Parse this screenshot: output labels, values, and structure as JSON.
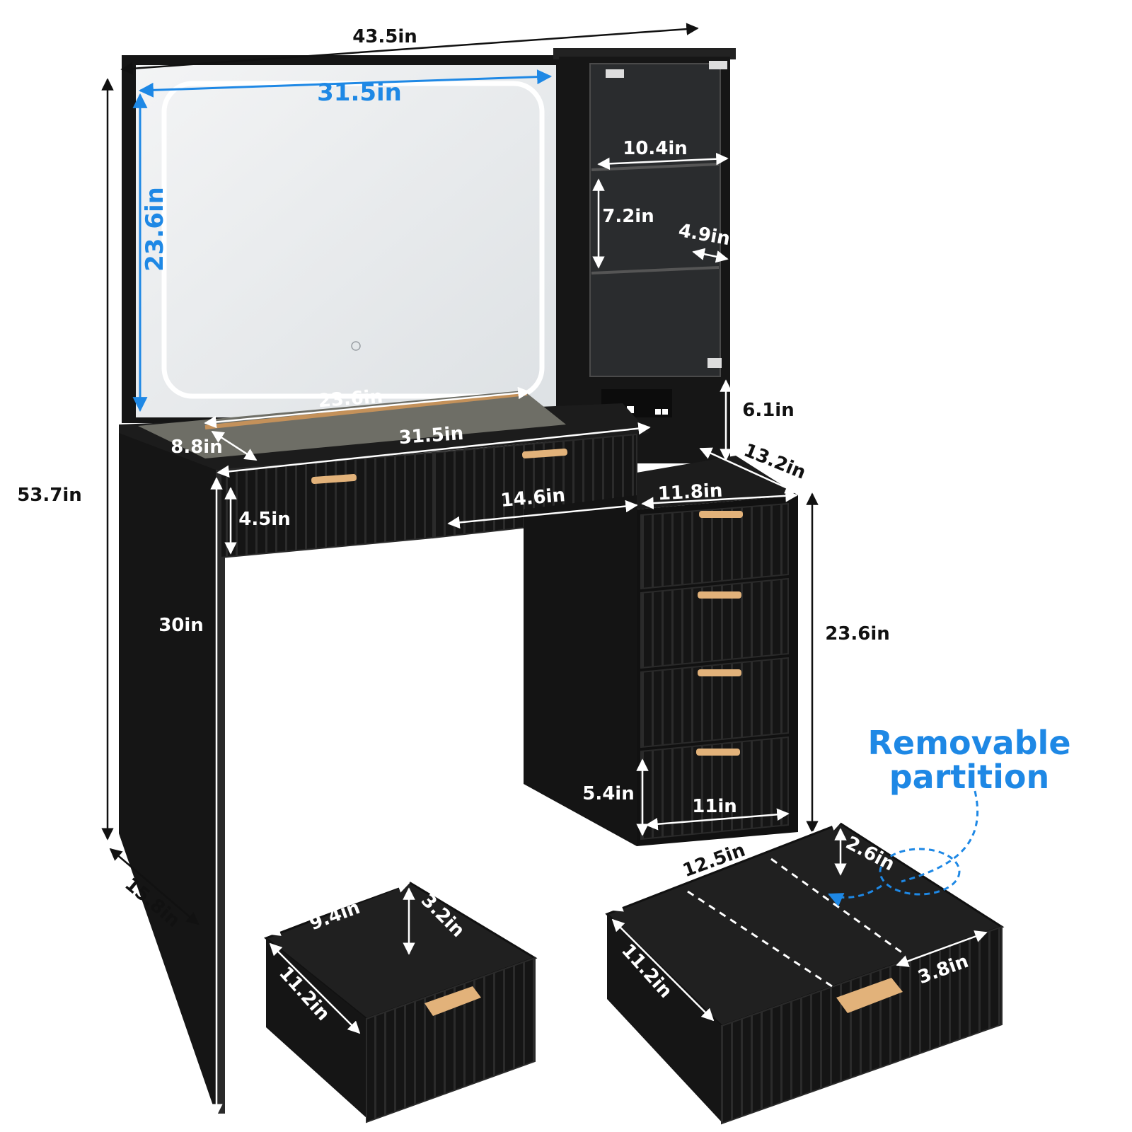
{
  "colors": {
    "furniture": "#151515",
    "furniture_edge": "#2a2a2a",
    "mirror": "#e9ecee",
    "handle": "#e2b27a",
    "dimension_black": "#111111",
    "dimension_blue": "#1e88e5"
  },
  "dimensions": {
    "overall_width": "43.5in",
    "overall_height": "53.7in",
    "mirror_width": "31.5in",
    "mirror_height": "23.6in",
    "shelf_width": "10.4in",
    "shelf_height": "7.2in",
    "shelf_depth": "4.9in",
    "outlet_gap": "6.1in",
    "tray_width": "23.6in",
    "tray_depth": "8.8in",
    "desk_width": "31.5in",
    "cabinet_depth": "13.2in",
    "cabinet_width": "11.8in",
    "drawer_front_width": "14.6in",
    "drawer_front_height": "4.5in",
    "knee_height": "30in",
    "cabinet_height": "23.6in",
    "bottom_drawer_height": "5.4in",
    "bottom_drawer_width": "11in",
    "desk_depth": "15.8in",
    "small_drawer_width": "9.4in",
    "small_drawer_height": "3.2in",
    "small_drawer_depth": "11.2in",
    "large_drawer_width": "12.5in",
    "large_drawer_height": "2.6in",
    "large_drawer_depth": "11.2in",
    "partition_width": "3.8in"
  },
  "callout": {
    "line1": "Removable",
    "line2": "partition"
  }
}
